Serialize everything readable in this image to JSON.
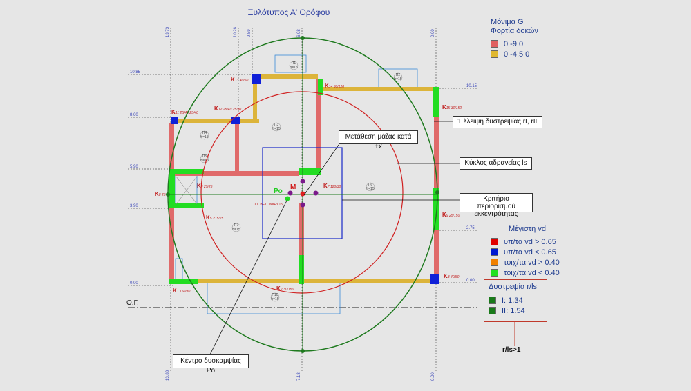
{
  "title": "Ξυλότυπος Α' Ορόφου",
  "legend_loads": {
    "title_line1": "Μόνιμα G",
    "title_line2": "Φορτία δοκών",
    "items": [
      {
        "label": "0  -9   0",
        "color": "#e06060"
      },
      {
        "label": "0  -4.5   0",
        "color": "#e0b830"
      }
    ]
  },
  "legend_vd": {
    "title": "Μέγιστη vd",
    "items": [
      {
        "label": "υπ/τα vd > 0.65",
        "color": "#e00000"
      },
      {
        "label": "υπ/τα vd < 0.65",
        "color": "#0018d0"
      },
      {
        "label": "τοιχ/τα vd > 0.40",
        "color": "#f08000"
      },
      {
        "label": "τοιχ/τα vd < 0.40",
        "color": "#20e020"
      }
    ]
  },
  "ductility": {
    "title": "Δυστρεψία r/ls",
    "items": [
      {
        "label": "I: 1.34",
        "color": "#1a7a1a"
      },
      {
        "label": "II: 1.54",
        "color": "#1a7a1a"
      }
    ],
    "note": "r/ls>1"
  },
  "callouts": {
    "ellipse": "Έλλειψη δυστρεψίας rI, rII",
    "mass_shift": "Μετάθεση μάζας κατά +x",
    "inertia": "Κύκλος αδρανείας ls",
    "eccentricity_line1": "Κριτήριο περιορισμού",
    "eccentricity_line2": "εκκεντρότητας",
    "stiffness": "Κέντρο δυσκαμψίας Po"
  },
  "points": {
    "po": "Po",
    "m": "M"
  },
  "ground_label": "Ο.Γ.",
  "concrete_label": "ΣΤ. ΒΕΤΟΝ=+3.15",
  "levels_left": [
    "10.85",
    "8.60",
    "5.90",
    "3.90",
    "0.00"
  ],
  "levels_right": [
    "10.15",
    "2.75",
    "0.00"
  ],
  "axes_top": [
    "13.73",
    "10.28",
    "9.59",
    "6.08",
    "0.00"
  ],
  "axes_bottom": [
    "13.88",
    "7.18",
    "0.00"
  ],
  "columns": [
    {
      "id": "K",
      "sub": "11 25/40 25/40"
    },
    {
      "id": "K",
      "sub": "12 25/40 25/30"
    },
    {
      "id": "K",
      "sub": "13 40/50"
    },
    {
      "id": "K",
      "sub": "14 30/120"
    },
    {
      "id": "K",
      "sub": "15 30/150"
    },
    {
      "id": "K",
      "sub": "8 25"
    },
    {
      "id": "K",
      "sub": "4 25/25"
    },
    {
      "id": "K",
      "sub": "5 215/25"
    },
    {
      "id": "K",
      "sub": "7 120/30"
    },
    {
      "id": "K",
      "sub": "9 25/150"
    },
    {
      "id": "K",
      "sub": "3 40/50"
    },
    {
      "id": "K",
      "sub": "1 150/30"
    },
    {
      "id": "K",
      "sub": "2 30/150"
    }
  ],
  "slabs": [
    {
      "id": "Π1",
      "h": "h=15"
    },
    {
      "id": "Π2",
      "h": "h=15"
    },
    {
      "id": "Π3",
      "h": "h=15"
    },
    {
      "id": "Π4",
      "h": "h=15"
    },
    {
      "id": "Π5",
      "h": "h=15"
    },
    {
      "id": "Π6",
      "h": "h=15"
    },
    {
      "id": "Π7",
      "h": "h=15"
    },
    {
      "id": "Π10",
      "h": "h=15"
    }
  ],
  "colors": {
    "beam_red": "#e06a6a",
    "beam_yellow": "#dcb43a",
    "wall_green": "#22dd22",
    "column_blue": "#1020d8",
    "ellipse": "#1f7a1f",
    "circle": "#d02020",
    "eccentricity_box": "#1828c8",
    "dim_blue": "#3a46b8"
  }
}
